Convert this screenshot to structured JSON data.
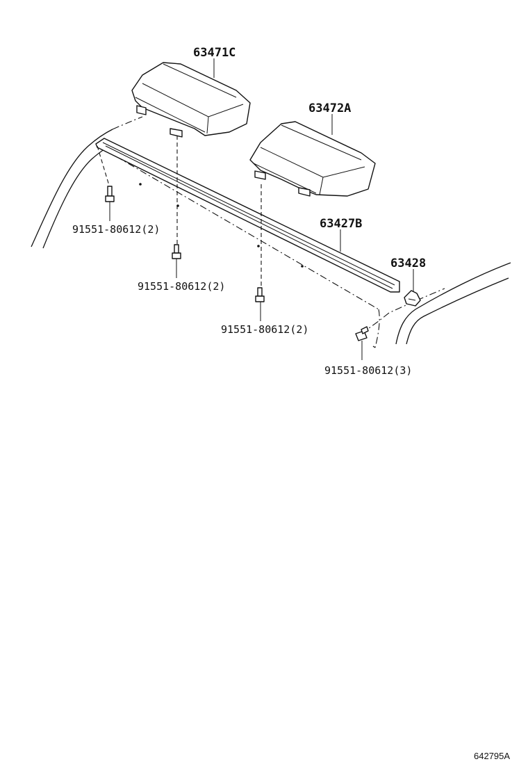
{
  "parts": {
    "rear_cover_left": "63471C",
    "rear_cover_right": "63472A",
    "rail": "63427B",
    "end_piece": "63428"
  },
  "bolts": {
    "bolt_1": "91551-80612(2)",
    "bolt_2": "91551-80612(2)",
    "bolt_3": "91551-80612(2)",
    "bolt_4": "91551-80612(3)"
  },
  "figure_ref": "642795A"
}
